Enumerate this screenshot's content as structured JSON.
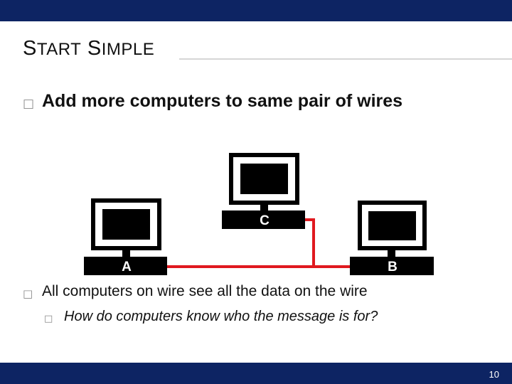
{
  "slide": {
    "title": "START SIMPLE",
    "bullets": [
      {
        "glyph": "□",
        "text": "Add more computers to same pair of wires"
      },
      {
        "glyph": "□",
        "text": "All computers on wire see all the data on the wire"
      },
      {
        "glyph": "□",
        "text": "How do computers know who the message is for?"
      }
    ],
    "page_number": "10"
  },
  "diagram": {
    "computers": [
      {
        "label": "A"
      },
      {
        "label": "C"
      },
      {
        "label": "B"
      }
    ],
    "wire_color": "#e0191f"
  },
  "colors": {
    "bar": "#0d2463",
    "computer": "#000000"
  }
}
